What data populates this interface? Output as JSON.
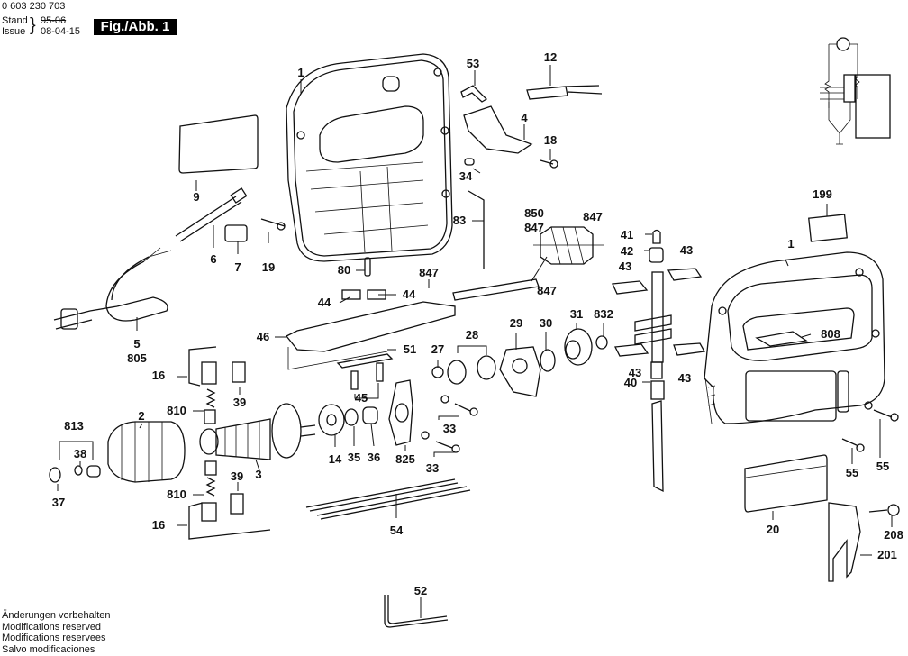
{
  "header": {
    "part_number": "0 603 230 703",
    "stand_label": "Stand",
    "stand_value_struck": "95-06",
    "issue_label": "Issue",
    "issue_value": "08-04-15",
    "figure_label": "Fig./Abb. 1"
  },
  "footer": {
    "lines": [
      "Änderungen vorbehalten",
      "Modifications reserved",
      "Modifications reservees",
      "Salvo modificaciones"
    ]
  },
  "parts": [
    {
      "id": "p1a",
      "label": "1",
      "name": "housing-half-left"
    },
    {
      "id": "p53",
      "label": "53",
      "name": "angle-bracket"
    },
    {
      "id": "p12",
      "label": "12",
      "name": "suppressor-capacitor"
    },
    {
      "id": "p4",
      "label": "4",
      "name": "switch"
    },
    {
      "id": "p18",
      "label": "18",
      "name": "switch-screw"
    },
    {
      "id": "p34",
      "label": "34",
      "name": "pin"
    },
    {
      "id": "p9",
      "label": "9",
      "name": "nameplate"
    },
    {
      "id": "p6",
      "label": "6",
      "name": "cord-sleeve"
    },
    {
      "id": "p7",
      "label": "7",
      "name": "cord-clamp"
    },
    {
      "id": "p19",
      "label": "19",
      "name": "clamp-screw"
    },
    {
      "id": "p80",
      "label": "80",
      "name": "dowel-pin"
    },
    {
      "id": "p83",
      "label": "83",
      "name": "hex-key"
    },
    {
      "id": "p5",
      "label": "5",
      "name": "mains-cable"
    },
    {
      "id": "p805",
      "label": "805",
      "name": "mains-cable-alt"
    },
    {
      "id": "p850",
      "label": "850",
      "name": "eccentric-assembly"
    },
    {
      "id": "p847a",
      "label": "847",
      "name": "eccentric-part-top-left"
    },
    {
      "id": "p847b",
      "label": "847",
      "name": "eccentric-part-top-right"
    },
    {
      "id": "p847c",
      "label": "847",
      "name": "eccentric-part-bottom"
    },
    {
      "id": "p847d",
      "label": "847",
      "name": "guide-rail"
    },
    {
      "id": "p44a",
      "label": "44",
      "name": "slider-left"
    },
    {
      "id": "p44b",
      "label": "44",
      "name": "slider-right"
    },
    {
      "id": "p46",
      "label": "46",
      "name": "gear-housing-plate"
    },
    {
      "id": "p51",
      "label": "51",
      "name": "plate-strip"
    },
    {
      "id": "p45",
      "label": "45",
      "name": "socket-screws"
    },
    {
      "id": "p27",
      "label": "27",
      "name": "lock-washer"
    },
    {
      "id": "p28",
      "label": "28",
      "name": "washers"
    },
    {
      "id": "p29",
      "label": "29",
      "name": "cam-plate"
    },
    {
      "id": "p30",
      "label": "30",
      "name": "ring"
    },
    {
      "id": "p31",
      "label": "31",
      "name": "gear-wheel"
    },
    {
      "id": "p832",
      "label": "832",
      "name": "needle-bearing"
    },
    {
      "id": "p199",
      "label": "199",
      "name": "label-plate"
    },
    {
      "id": "p1b",
      "label": "1",
      "name": "housing-half-right"
    },
    {
      "id": "p41",
      "label": "41",
      "name": "spring"
    },
    {
      "id": "p42",
      "label": "42",
      "name": "sleeve"
    },
    {
      "id": "p43a",
      "label": "43",
      "name": "guide-piece-top-left"
    },
    {
      "id": "p43b",
      "label": "43",
      "name": "guide-piece-top-right"
    },
    {
      "id": "p43c",
      "label": "43",
      "name": "guide-piece-bottom-left"
    },
    {
      "id": "p43d",
      "label": "43",
      "name": "guide-piece-bottom-right"
    },
    {
      "id": "p40",
      "label": "40",
      "name": "blade-holder"
    },
    {
      "id": "p808",
      "label": "808",
      "name": "type-label"
    },
    {
      "id": "p16a",
      "label": "16",
      "name": "brush-holder-top"
    },
    {
      "id": "p16b",
      "label": "16",
      "name": "brush-holder-bottom"
    },
    {
      "id": "p39a",
      "label": "39",
      "name": "brush-clip-top"
    },
    {
      "id": "p39b",
      "label": "39",
      "name": "brush-clip-bottom"
    },
    {
      "id": "p810a",
      "label": "810",
      "name": "carbon-brush-top"
    },
    {
      "id": "p810b",
      "label": "810",
      "name": "carbon-brush-bottom"
    },
    {
      "id": "p813",
      "label": "813",
      "name": "bearing-set"
    },
    {
      "id": "p2",
      "label": "2",
      "name": "field-winding"
    },
    {
      "id": "p38",
      "label": "38",
      "name": "washer-38"
    },
    {
      "id": "p37",
      "label": "37",
      "name": "bearing-37"
    },
    {
      "id": "p3",
      "label": "3",
      "name": "armature"
    },
    {
      "id": "p14",
      "label": "14",
      "name": "ball-bearing"
    },
    {
      "id": "p35",
      "label": "35",
      "name": "seal-ring"
    },
    {
      "id": "p36",
      "label": "36",
      "name": "bushing"
    },
    {
      "id": "p825",
      "label": "825",
      "name": "bearing-flange"
    },
    {
      "id": "p33a",
      "label": "33",
      "name": "screw-set-top"
    },
    {
      "id": "p33b",
      "label": "33",
      "name": "screw-set-bottom"
    },
    {
      "id": "p54",
      "label": "54",
      "name": "saw-blades"
    },
    {
      "id": "p52",
      "label": "52",
      "name": "allen-key"
    },
    {
      "id": "p20",
      "label": "20",
      "name": "cover-plate"
    },
    {
      "id": "p55a",
      "label": "55",
      "name": "housing-screw-left"
    },
    {
      "id": "p55b",
      "label": "55",
      "name": "housing-screw-right"
    },
    {
      "id": "p208",
      "label": "208",
      "name": "guide-screw"
    },
    {
      "id": "p201",
      "label": "201",
      "name": "parallel-guide"
    }
  ]
}
